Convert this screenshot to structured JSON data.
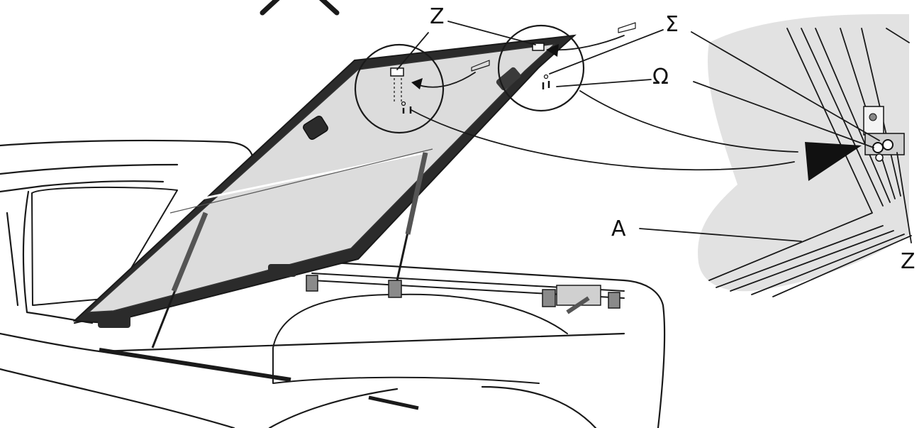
{
  "callouts": {
    "z_top": "Z",
    "sigma": "Σ",
    "omega": "Ω",
    "a": "A",
    "z_bottom": "Z"
  },
  "colors": {
    "line": "#1a1a1a",
    "glass": "#dcdcdc",
    "frame": "#2b2b2b",
    "detail_bg": "#e2e2e2",
    "hardware": "#8a8a8a"
  }
}
